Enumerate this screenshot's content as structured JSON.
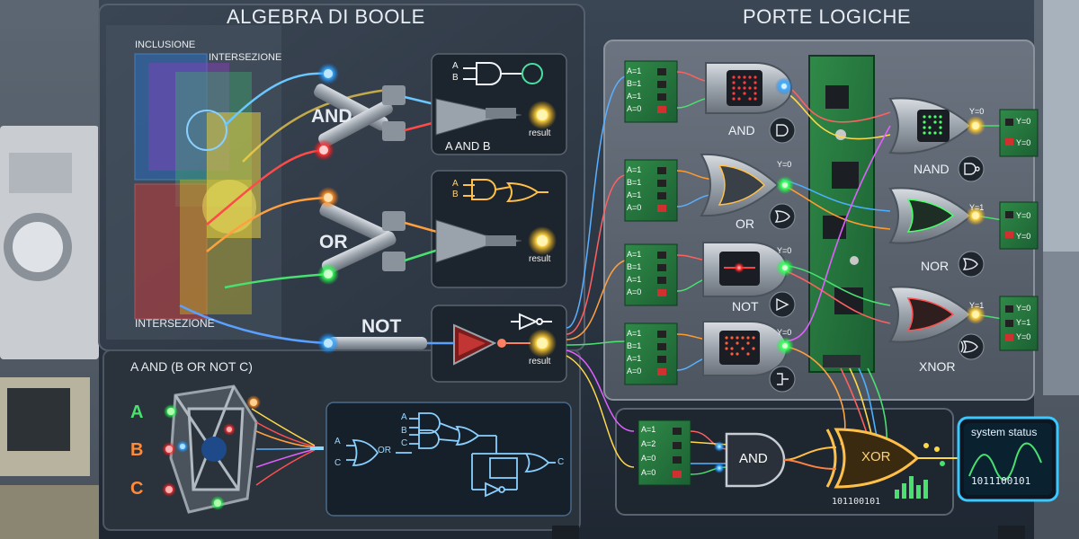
{
  "left_panel": {
    "title": "ALGEBRA DI BOOLE",
    "venn_labels": {
      "top_left": "INCLUSIONE",
      "top_right": "INTERSEZIONE",
      "bottom": "INTERSEZIONE"
    },
    "and_label": "AND",
    "or_label": "OR",
    "not_label": "NOT",
    "and_inputs": [
      "A",
      "B"
    ],
    "or_inputs": [
      "A",
      "B"
    ],
    "and_expression": "A AND B",
    "result_label": "result",
    "expression_title": "A AND (B OR NOT C)",
    "inputs": [
      "A",
      "B",
      "C"
    ],
    "circuit_inputs": [
      "A",
      "B",
      "C"
    ],
    "circuit_or_label": "OR",
    "circuit_output": "C"
  },
  "right_panel": {
    "title": "PORTE LOGICHE",
    "left_gates": [
      {
        "name": "AND",
        "inputs": [
          "A=1",
          "B=1",
          "A=1",
          "A=0"
        ]
      },
      {
        "name": "OR",
        "output": "Y=0",
        "inputs": [
          "A=1",
          "B=1",
          "A=1",
          "A=0"
        ]
      },
      {
        "name": "NOT",
        "output": "Y=0",
        "inputs": [
          "A=1",
          "B=1",
          "A=1",
          "A=0"
        ]
      },
      {
        "name": "",
        "output": "Y=0",
        "inputs": [
          "A=1",
          "B=1",
          "A=1",
          "A=0"
        ]
      }
    ],
    "right_gates": [
      {
        "name": "NAND",
        "output": "Y=0",
        "outputs": [
          "Y=0",
          "Y=0"
        ]
      },
      {
        "name": "NOR",
        "output": "Y=1",
        "outputs": [
          "Y=0",
          "Y=0"
        ]
      },
      {
        "name": "XNOR",
        "output": "Y=1",
        "outputs": [
          "Y=0",
          "Y=1",
          "Y=0"
        ]
      }
    ],
    "bottom": {
      "inputs": [
        "A=1",
        "A=2",
        "A=0",
        "A=0"
      ],
      "and_label": "AND",
      "xor_label": "XOR",
      "binary": "101100101"
    },
    "status": {
      "title": "system status",
      "binary": "1011100101"
    }
  }
}
